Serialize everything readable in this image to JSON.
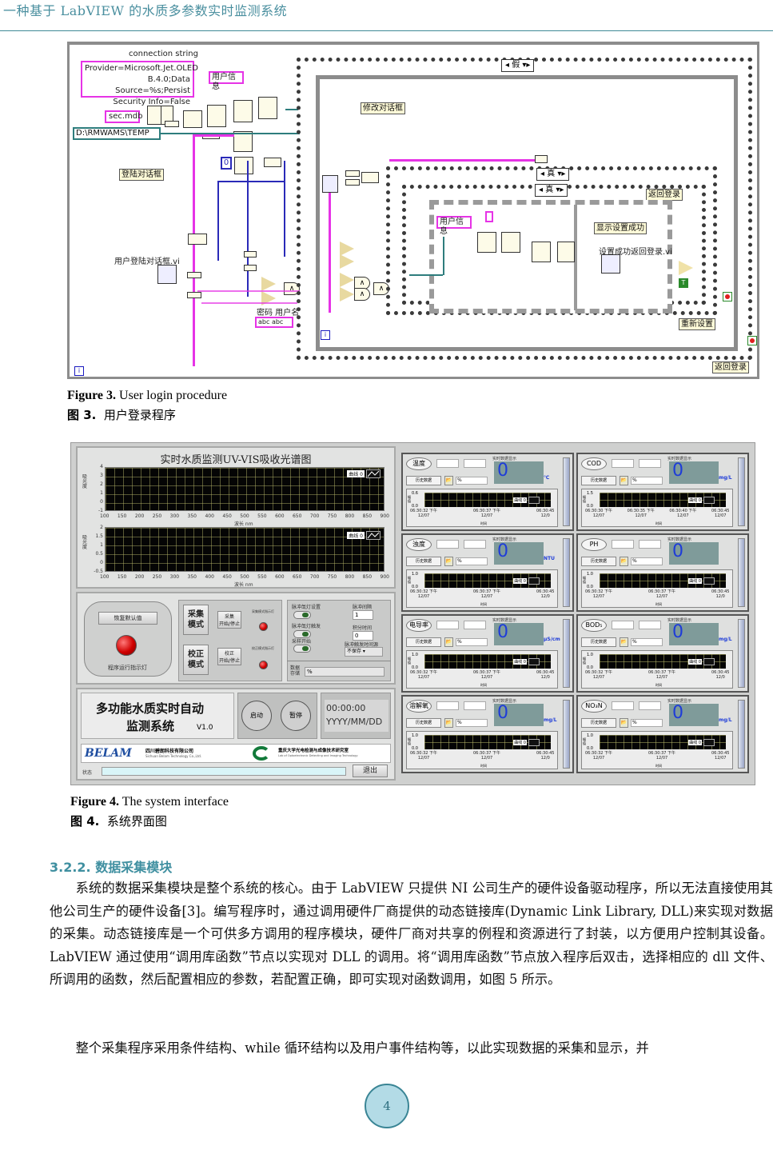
{
  "header": {
    "running_title": "一种基于 LabVIEW 的水质多参数实时监测系统"
  },
  "figure3": {
    "caption_en_label": "Figure 3.",
    "caption_en_text": " User login procedure",
    "caption_cn_label": "图 3.",
    "caption_cn_text": "用户登录程序",
    "diagram": {
      "connection_string_label": "connection string",
      "connection_string_line1": "Provider=Microsoft.Jet.OLED",
      "connection_string_line2": "B.4.0;Data Source=%s;Persist",
      "connection_string_line3": "Security Info=False",
      "db_file": "sec.mdb",
      "db_path": "D:\\RMWAMS\\TEMP",
      "user_info_label": "用户信息",
      "login_dialog_label": "登陆对话框",
      "modify_dialog_label": "修改对话框",
      "login_vi_label": "用户登陆对话框.vi",
      "password_username_label": "密码 用户名",
      "case_false": "假",
      "case_true_1": "真",
      "case_true_2": "真",
      "return_login_1": "返回登录",
      "show_success_label": "显示设置成功",
      "success_vi_label": "设置成功返回登录.vi",
      "reset_label": "重新设置",
      "return_login_2": "返回登录",
      "constant_zero": "0",
      "iteration_terminal": "i",
      "bool_true": "T",
      "string_terminal": "abc"
    }
  },
  "figure4": {
    "caption_en_label": "Figure 4.",
    "caption_en_text": " The system interface",
    "caption_cn_label": "图 4.",
    "caption_cn_text": "系统界面图",
    "spectrum": {
      "title": "实时水质监测UV-VIS吸收光谱图",
      "chart_top": {
        "ylabel": "吸光度",
        "yticks": [
          "4",
          "3",
          "2",
          "1",
          "0",
          "-1"
        ],
        "xticks": [
          "100",
          "150",
          "200",
          "250",
          "300",
          "350",
          "400",
          "450",
          "500",
          "550",
          "600",
          "650",
          "700",
          "750",
          "800",
          "850",
          "900"
        ],
        "xlabel": "波长 nm",
        "legend": "曲线 0"
      },
      "chart_bottom": {
        "ylabel": "吸光度",
        "yticks": [
          "2",
          "1.5",
          "1",
          "0.5",
          "0",
          "-0.5"
        ],
        "xticks": [
          "100",
          "150",
          "200",
          "250",
          "300",
          "350",
          "400",
          "450",
          "500",
          "550",
          "600",
          "650",
          "700",
          "750",
          "800",
          "850",
          "900"
        ],
        "xlabel": "波长 nm",
        "legend": "曲线 0"
      }
    },
    "controls": {
      "restore_default": "恢复默认值",
      "run_indicator": "程序运行指示灯",
      "acquire_mode": "采集\n模式",
      "acquire_toggle": "采集\n开始/停止",
      "acquire_led_label": "采集模式指示灯",
      "calibrate_mode": "校正\n模式",
      "calibrate_toggle": "校正\n开始/停止",
      "calibrate_led_label": "校正模式指示灯",
      "settings": {
        "switch1_label": "脉冲氙灯设置",
        "switch2_label": "脉冲氙灯触发",
        "switch3_label": "采样开始",
        "interval_label": "脉冲间隔",
        "interval_value": "1",
        "integration_label": "积分时间",
        "integration_value": "0",
        "trigger_label": "脉冲触发时间源",
        "trigger_select": "不保存",
        "storage_label": "数据\n存储",
        "storage_value": "%"
      }
    },
    "system": {
      "title_line1": "多功能水质实时自动",
      "title_line2": "监测系统",
      "version": "V1.0",
      "start_button": "启动",
      "pause_button": "暂停",
      "clock_time": "00:00:00",
      "clock_date": "YYYY/MM/DD",
      "company1_logo": "BELAM",
      "company1_name": "四川碧朗科技有限公司",
      "company1_en": "Sichuan Belam Technology Co.,Ltd.",
      "company2_name": "重庆大学光电检测与成像技术研究室",
      "company2_en": "Lab of Optoelectronic Detecting and Imaging Technology",
      "status_label": "状态",
      "status_value": "",
      "exit_button": "退出"
    },
    "sensors": [
      {
        "name": "温度",
        "value": "0",
        "unit": "℃",
        "ymax": "0.6",
        "ymin": "0.0",
        "x1": "06:30:32 下午\n12/07",
        "x2": "06:30:37 下午\n12/07",
        "x3": "06:30:45\n12/0",
        "legend": "曲线 0"
      },
      {
        "name": "COD",
        "value": "0",
        "unit": "mg/L",
        "ymax": "1.5",
        "ymin": "0.0",
        "x1": "06:30:30 下午\n12/07",
        "x2": "06:30:35 下午\n12/07",
        "x3": "06:30:40 下午\n12/07",
        "x4": "06:30:45\n12/07",
        "legend": "曲线 0"
      },
      {
        "name": "浊度",
        "value": "0",
        "unit": "NTU",
        "ymax": "1.0",
        "ymin": "0.0",
        "x1": "06:30:32 下午\n12/07",
        "x2": "06:30:37 下午\n12/07",
        "x3": "06:30:45\n12/0",
        "legend": "曲线 0"
      },
      {
        "name": "PH",
        "value": "0",
        "unit": "",
        "ymax": "1.0",
        "ymin": "0.0",
        "x1": "06:30:32 下午\n12/07",
        "x2": "06:30:37 下午\n12/07",
        "x3": "06:30:45\n12/0",
        "legend": "曲线 0"
      },
      {
        "name": "电导率",
        "value": "0",
        "unit": "μS/cm",
        "ymax": "1.0",
        "ymin": "0.0",
        "x1": "06:30:32 下午\n12/07",
        "x2": "06:30:37 下午\n12/07",
        "x3": "06:30:45\n12/0",
        "legend": "曲线 0"
      },
      {
        "name": "BOD₅",
        "value": "0",
        "unit": "mg/L",
        "ymax": "1.0",
        "ymin": "0.0",
        "x1": "06:30:32 下午\n12/07",
        "x2": "06:30:37 下午\n12/07",
        "x3": "06:30:45\n12/0",
        "legend": "曲线 0"
      },
      {
        "name": "溶解氧",
        "value": "0",
        "unit": "mg/L",
        "ymax": "1.0",
        "ymin": "0.0",
        "x1": "06:30:32 下午\n12/07",
        "x2": "06:30:37 下午\n12/07",
        "x3": "06:30:45\n12/0",
        "legend": "曲线 0"
      },
      {
        "name": "NO₃N",
        "value": "0",
        "unit": "mg/L",
        "ymax": "1.0",
        "ymin": "0.0",
        "x1": "06:30:32 下午\n12/07",
        "x2": "06:30:37 下午\n12/07",
        "x3": "06:30:45\n12/07",
        "legend": "曲线 0"
      }
    ],
    "sensor_common": {
      "display_label": "实时数据显示",
      "history_button": "历史数据",
      "path_value": "%",
      "ylabel": "幅值",
      "xlabel": "时间"
    }
  },
  "section": {
    "heading": "3.2.2.  数据采集模块",
    "para1": "系统的数据采集模块是整个系统的核心。由于 LabVIEW 只提供 NI 公司生产的硬件设备驱动程序，所以无法直接使用其他公司生产的硬件设备[3]。编写程序时，通过调用硬件厂商提供的动态链接库(Dynamic Link Library, DLL)来实现对数据的采集。动态链接库是一个可供多方调用的程序模块，硬件厂商对共享的例程和资源进行了封装，以方便用户控制其设备。LabVIEW 通过使用“调用库函数”节点以实现对 DLL 的调用。将“调用库函数”节点放入程序后双击，选择相应的 dll 文件、所调用的函数，然后配置相应的参数，若配置正确，即可实现对函数调用，如图 5 所示。",
    "para2": "整个采集程序采用条件结构、while 循环结构以及用户事件结构等，以此实现数据的采集和显示，并"
  },
  "footer": {
    "page_number": "4"
  }
}
